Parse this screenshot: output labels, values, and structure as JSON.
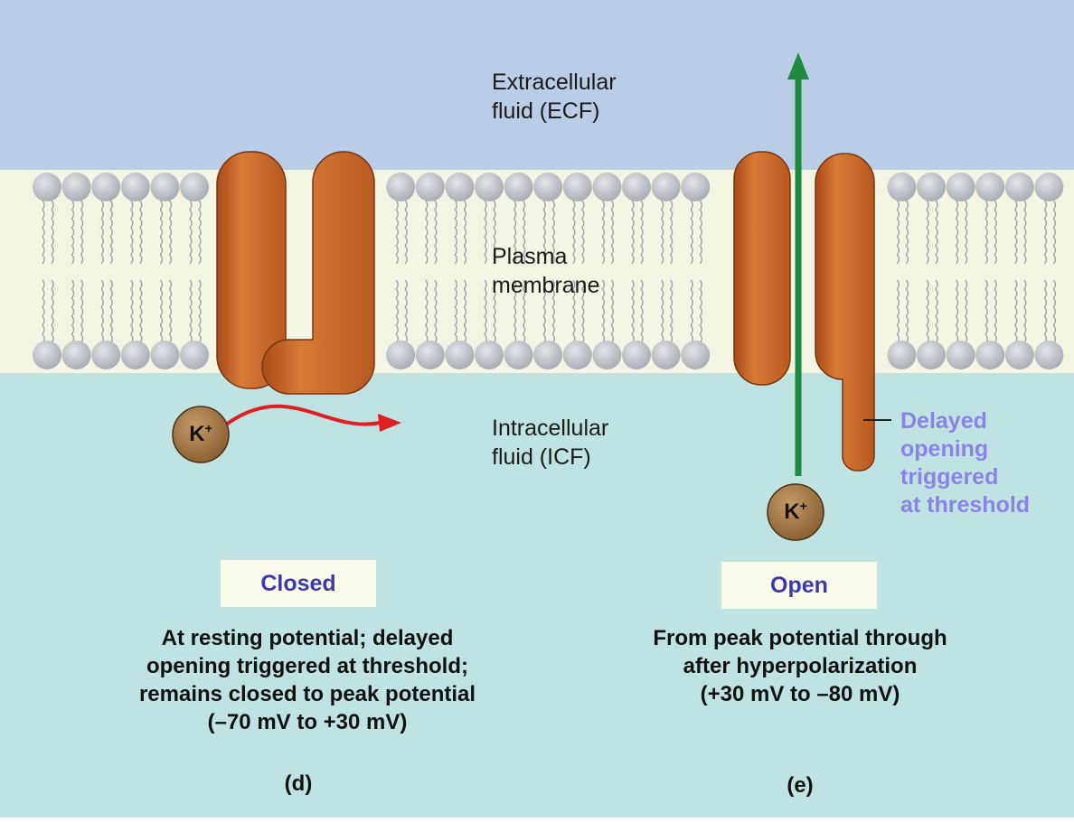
{
  "regions": {
    "ecf": "Extracellular\nfluid (ECF)",
    "membrane": "Plasma\nmembrane",
    "icf": "Intracellular\nfluid (ICF)"
  },
  "ion": {
    "symbol": "K",
    "charge": "+"
  },
  "panel_d": {
    "state": "Closed",
    "caption": "At resting potential; delayed\nopening triggered at threshold;\nremains closed to peak potential\n(–70 mV to +30 mV)",
    "letter": "(d)"
  },
  "panel_e": {
    "state": "Open",
    "caption": "From peak potential through\nafter hyperpolarization\n(+30 mV to –80 mV)",
    "letter": "(e)",
    "annotation": "Delayed\nopening\ntriggered\nat threshold"
  },
  "colors": {
    "ecf": "#b9cde6",
    "icf": "#bfe3e3",
    "membrane_band": "#f4f4e2",
    "lipid_head": "#c2c6cc",
    "protein": "#c8662a",
    "ion": "#9a7040",
    "arrow_closed": "#e02020",
    "arrow_open": "#1d8a40",
    "annotation": "#8a82e6",
    "state_text": "#3a3aa8"
  }
}
